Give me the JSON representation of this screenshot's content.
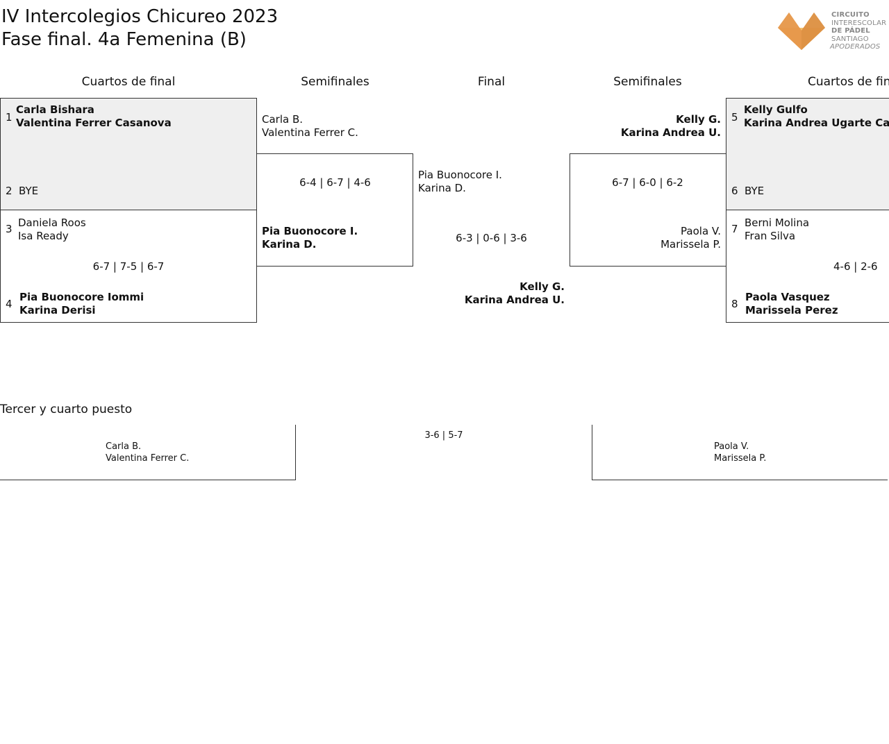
{
  "header": {
    "title_line1": "IV Intercolegios Chicureo 2023",
    "title_line2": "Fase final. 4a Femenina (B)"
  },
  "logo": {
    "icon": "fox-head-logo",
    "line1": "CIRCUITO",
    "line2": "INTERESCOLAR",
    "line3": "DE PÁDEL",
    "line4": "SANTIAGO",
    "line5": "APODERADOS",
    "color_orange": "#e8a04a",
    "color_gray": "#888888"
  },
  "rounds": {
    "qf_left": "Cuartos de final",
    "sf_left": "Semifinales",
    "final": "Final",
    "sf_right": "Semifinales",
    "qf_right": "Cuartos de fin"
  },
  "qf_left": {
    "m1": {
      "top_seed": "1",
      "top_p1": "Carla Bishara",
      "top_p2": "Valentina Ferrer Casanova",
      "bottom_seed": "2",
      "bottom_p1": "BYE"
    },
    "m2": {
      "top_seed": "3",
      "top_p1": "Daniela Roos",
      "top_p2": "Isa Ready",
      "score": "6-7 | 7-5 | 6-7",
      "bottom_seed": "4",
      "bottom_p1": "Pia Buonocore Iommi",
      "bottom_p2": "Karina Derisi"
    }
  },
  "sf_left": {
    "top_p1": "Carla B.",
    "top_p2": "Valentina Ferrer C.",
    "score": "6-4 | 6-7 | 4-6",
    "bottom_p1": "Pia Buonocore I.",
    "bottom_p2": "Karina D."
  },
  "final": {
    "top_p1": "Pia Buonocore I.",
    "top_p2": "Karina D.",
    "score": "6-3 | 0-6 | 3-6",
    "bottom_p1": "Kelly G.",
    "bottom_p2": "Karina Andrea U."
  },
  "sf_right": {
    "top_p1": "Kelly G.",
    "top_p2": "Karina Andrea U.",
    "score": "6-7 | 6-0 | 6-2",
    "bottom_p1": "Paola V.",
    "bottom_p2": "Marissela P."
  },
  "qf_right": {
    "m1": {
      "top_seed": "5",
      "top_p1": "Kelly Gulfo",
      "top_p2": "Karina Andrea Ugarte Canci",
      "bottom_seed": "6",
      "bottom_p1": "BYE"
    },
    "m2": {
      "top_seed": "7",
      "top_p1": "Berni Molina",
      "top_p2": "Fran Silva",
      "score": "4-6 | 2-6",
      "bottom_seed": "8",
      "bottom_p1": "Paola Vasquez",
      "bottom_p2": "Marissela Perez"
    }
  },
  "third_place": {
    "heading": "Tercer y cuarto puesto",
    "left_p1": "Carla B.",
    "left_p2": "Valentina Ferrer C.",
    "score": "3-6 | 5-7",
    "right_p1": "Paola V.",
    "right_p2": "Marissela P."
  }
}
